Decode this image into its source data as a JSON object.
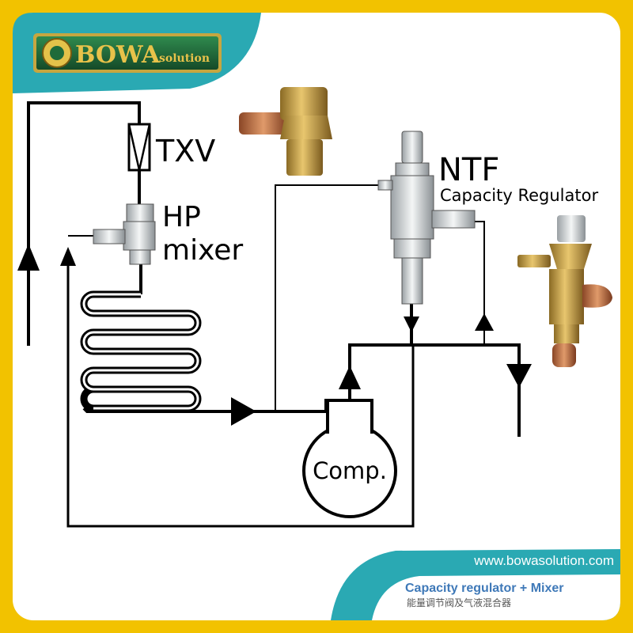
{
  "brand": {
    "logo_text": "BOWA",
    "logo_sub": "solution"
  },
  "labels": {
    "txv": "TXV",
    "hp_line1": "HP",
    "hp_line2": "mixer",
    "ntf": "NTF",
    "capacity_regulator": "Capacity Regulator",
    "comp": "Comp."
  },
  "footer": {
    "url": "www.bowasolution.com",
    "title_en": "Capacity regulator + Mixer",
    "title_cn": "能量调节阀及气液混合器"
  },
  "colors": {
    "frame_yellow": "#f2c200",
    "teal": "#2aa9b3",
    "brand_green": "#1f6b3a",
    "brass": "#c9a24a",
    "copper": "#c87a4a",
    "footer_title": "#3f79b8"
  }
}
